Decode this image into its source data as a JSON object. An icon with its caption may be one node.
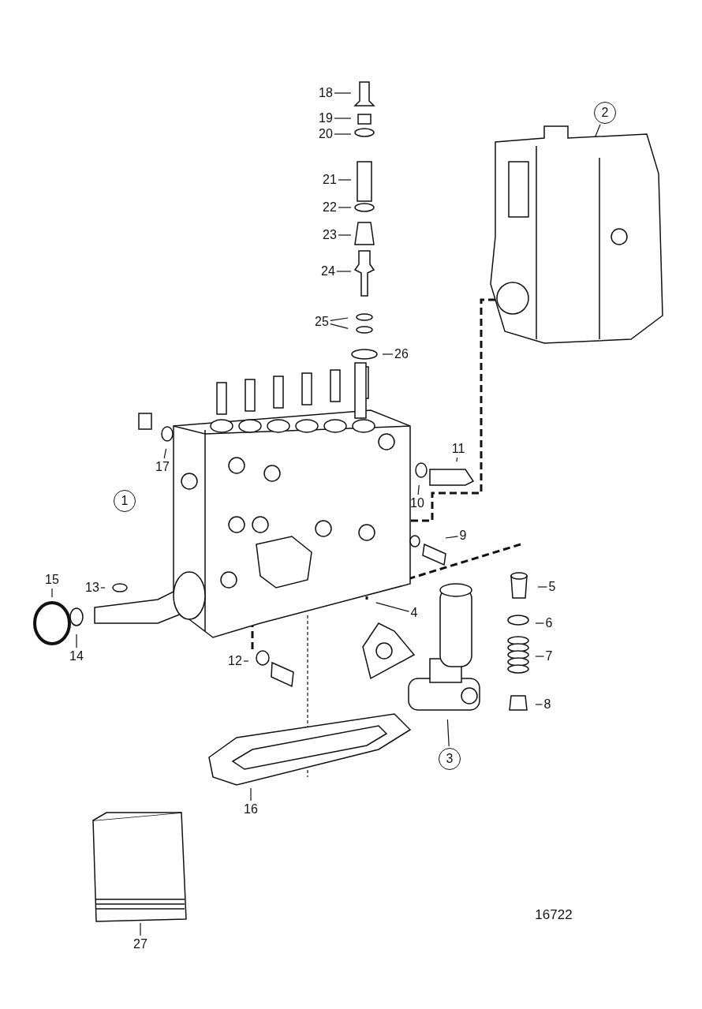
{
  "diagram": {
    "nodes": [
      {
        "text": [
          "18"
        ]
      },
      {
        "text": [
          "2"
        ]
      },
      {
        "text": [
          "19"
        ]
      },
      {
        "text": [
          "20"
        ]
      },
      {
        "text": [
          "21"
        ]
      },
      {
        "text": [
          "22"
        ]
      },
      {
        "text": [
          "23"
        ]
      },
      {
        "text": [
          "24"
        ]
      },
      {
        "text": [
          "25"
        ]
      },
      {
        "text": [
          "26"
        ]
      },
      {
        "text": [
          "17"
        ]
      },
      {
        "text": [
          "11"
        ]
      },
      {
        "text": [
          "1"
        ]
      },
      {
        "text": [
          "10"
        ]
      },
      {
        "text": [
          "9"
        ]
      },
      {
        "text": [
          "5"
        ]
      },
      {
        "text": [
          "15"
        ]
      },
      {
        "text": [
          "13"
        ]
      },
      {
        "text": [
          "4"
        ]
      },
      {
        "text": [
          "6"
        ]
      },
      {
        "text": [
          "14"
        ]
      },
      {
        "text": [
          "7"
        ]
      },
      {
        "text": [
          "12"
        ]
      },
      {
        "text": [
          "8"
        ]
      },
      {
        "text": [
          "3"
        ]
      },
      {
        "text": [
          "16"
        ]
      },
      {
        "text": [
          "27"
        ]
      }
    ],
    "edges": [
      {
        "from": 0,
        "to": null,
        "arrow": "none"
      },
      {
        "from": 1,
        "to": null,
        "arrow": "none"
      },
      {
        "from": 2,
        "to": null,
        "arrow": "none"
      },
      {
        "from": 3,
        "to": null,
        "arrow": "none"
      },
      {
        "from": 4,
        "to": null,
        "arrow": "none"
      },
      {
        "from": 5,
        "to": null,
        "arrow": "none"
      },
      {
        "from": 6,
        "to": null,
        "arrow": "none"
      },
      {
        "from": 7,
        "to": null,
        "arrow": "none"
      },
      {
        "from": 8,
        "to": null,
        "arrow": "none"
      },
      {
        "from": 8,
        "to": null,
        "arrow": "none"
      },
      {
        "from": 9,
        "to": null,
        "arrow": "none"
      },
      {
        "from": 10,
        "to": null,
        "arrow": "none"
      },
      {
        "from": 11,
        "to": null,
        "arrow": "none"
      },
      {
        "from": 13,
        "to": null,
        "arrow": "none"
      },
      {
        "from": 14,
        "to": null,
        "arrow": "none"
      },
      {
        "from": 15,
        "to": null,
        "arrow": "none"
      },
      {
        "from": 16,
        "to": null,
        "arrow": "none"
      },
      {
        "from": 17,
        "to": null,
        "arrow": "none"
      },
      {
        "from": 18,
        "to": null,
        "arrow": "none"
      },
      {
        "from": 19,
        "to": null,
        "arrow": "none"
      },
      {
        "from": 20,
        "to": null,
        "arrow": "none"
      },
      {
        "from": 21,
        "to": null,
        "arrow": "none"
      },
      {
        "from": 22,
        "to": null,
        "arrow": "none"
      },
      {
        "from": 23,
        "to": null,
        "arrow": "none"
      },
      {
        "from": 24,
        "to": null,
        "arrow": "none"
      },
      {
        "from": 25,
        "to": null,
        "arrow": "none"
      },
      {
        "from": 26,
        "to": null,
        "arrow": "none"
      }
    ],
    "labels": [
      "16722"
    ]
  }
}
